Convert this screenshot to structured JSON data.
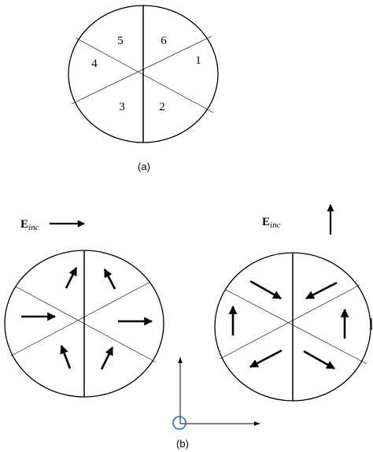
{
  "panel_a": {
    "caption": "(a)",
    "sector_labels": [
      "5",
      "6",
      "4",
      "1",
      "3",
      "2"
    ]
  },
  "panel_b": {
    "caption": "(b)",
    "incident_label_left": {
      "main": "E",
      "sub": "inc"
    },
    "incident_label_right": {
      "main": "E",
      "sub": "inc"
    }
  },
  "colors": {
    "ink": "#000000",
    "origin_marker": "#2a6fb0",
    "background": "#ffffff"
  }
}
